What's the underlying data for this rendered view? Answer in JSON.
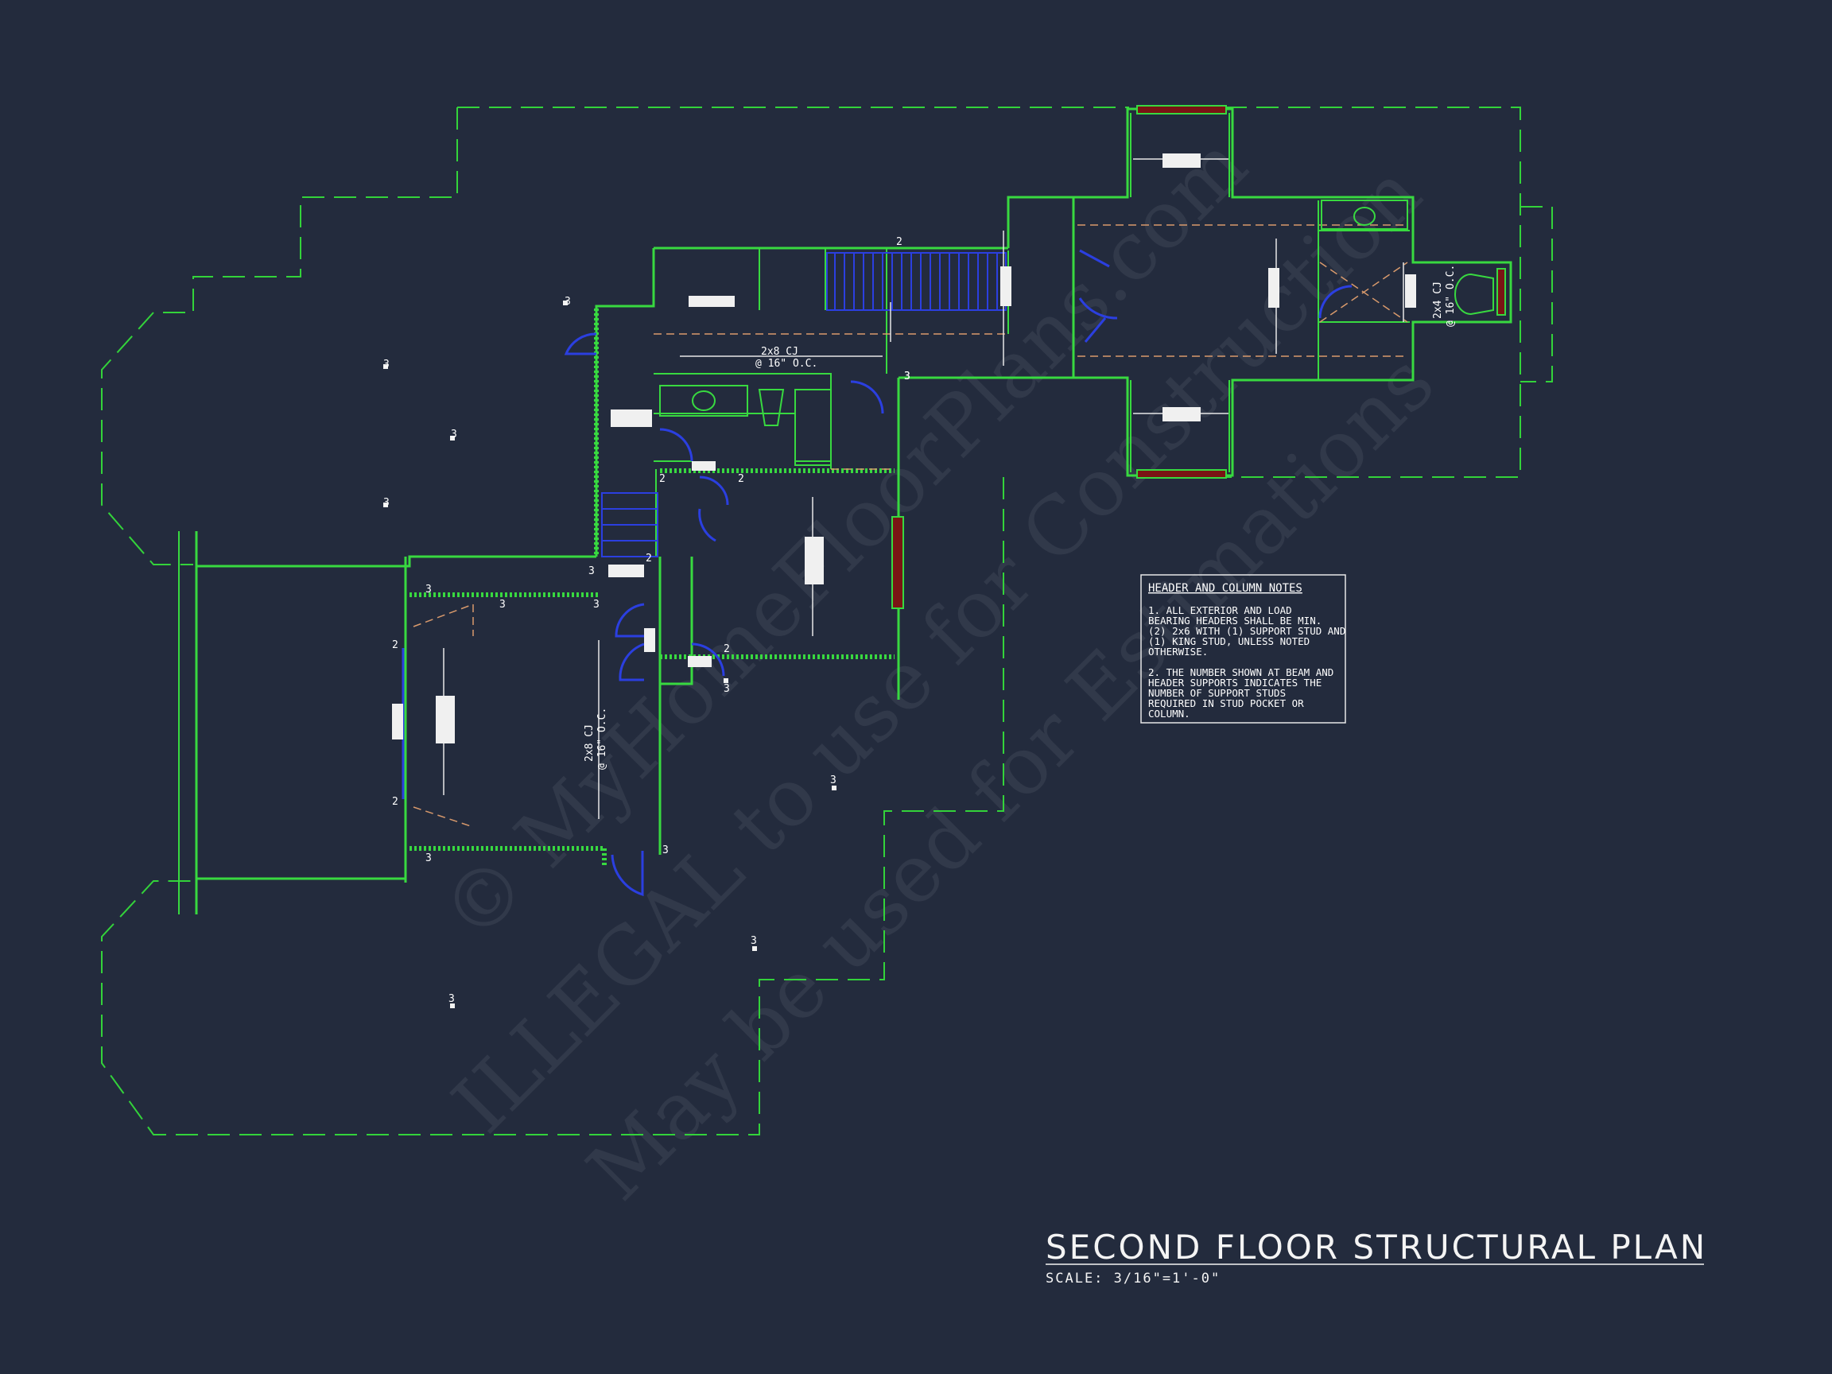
{
  "title": "SECOND FLOOR STRUCTURAL PLAN",
  "scale": "SCALE: 3/16\"=1'-0\"",
  "notes": {
    "heading": "HEADER AND COLUMN NOTES",
    "note1": [
      "1. ALL EXTERIOR AND LOAD",
      "BEARING HEADERS SHALL BE MIN.",
      "(2) 2x6 WITH (1) SUPPORT STUD AND",
      "(1) KING STUD, UNLESS NOTED",
      "OTHERWISE."
    ],
    "note2": [
      "2. THE NUMBER SHOWN AT BEAM AND",
      "HEADER SUPPORTS INDICATES THE",
      "NUMBER OF SUPPORT STUDS",
      "REQUIRED IN STUD POCKET OR",
      "COLUMN."
    ]
  },
  "joists": {
    "cj_top_1": "2x8 CJ",
    "cj_top_2": "@ 16\" O.C.",
    "cj_left_1": "2x8 CJ",
    "cj_left_2": "@ 16\" O.C.",
    "cj_right_1": "2x4 CJ",
    "cj_right_2": "@ 16\" O.C."
  },
  "stud_counts": {
    "n2": "2",
    "n3": "3"
  },
  "watermark": {
    "line1": "© MyHomeFloorPlans.com",
    "line2": "ILLEGAL to use for Construction",
    "line3": "May be used for Estimations"
  },
  "colors": {
    "background": "#232b3d",
    "wall": "#38d940",
    "door": "#2b3fe0",
    "beam": "#7a1414",
    "text": "#ffffff"
  }
}
